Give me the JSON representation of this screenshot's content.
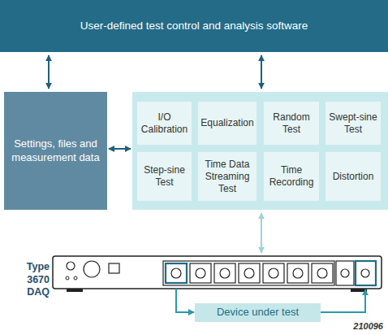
{
  "diagram": {
    "nodes": [
      {
        "text": [
          "User-defined test control and analysis software"
        ]
      },
      {
        "text": [
          "Settings, files and measurement data"
        ]
      },
      {
        "text": []
      },
      {
        "text": [
          "I/O Calibration"
        ],
        "in": 2
      },
      {
        "text": [
          "Equalization"
        ],
        "in": 2
      },
      {
        "text": [
          "Random Test"
        ],
        "in": 2
      },
      {
        "text": [
          "Swept-sine Test"
        ],
        "in": 2
      },
      {
        "text": [
          "Step-sine Test"
        ],
        "in": 2
      },
      {
        "text": [
          "Time Data Streaming Test"
        ],
        "in": 2
      },
      {
        "text": [
          "Time Recording"
        ],
        "in": 2
      },
      {
        "text": [
          "Distortion"
        ],
        "in": 2
      },
      {
        "text": [
          "Type 3670 DAQ"
        ]
      },
      {
        "text": [
          "Device under test"
        ]
      }
    ],
    "edges": [
      {
        "from": 0,
        "to": 1,
        "arrow": "both"
      },
      {
        "from": 0,
        "to": 2,
        "arrow": "both"
      },
      {
        "from": 1,
        "to": 2,
        "arrow": "both"
      },
      {
        "from": 2,
        "to": 11,
        "arrow": "both"
      },
      {
        "from": 11,
        "to": 12,
        "arrow": "to"
      },
      {
        "from": 12,
        "to": 11,
        "arrow": "to"
      }
    ],
    "labels": [
      "210096"
    ]
  }
}
